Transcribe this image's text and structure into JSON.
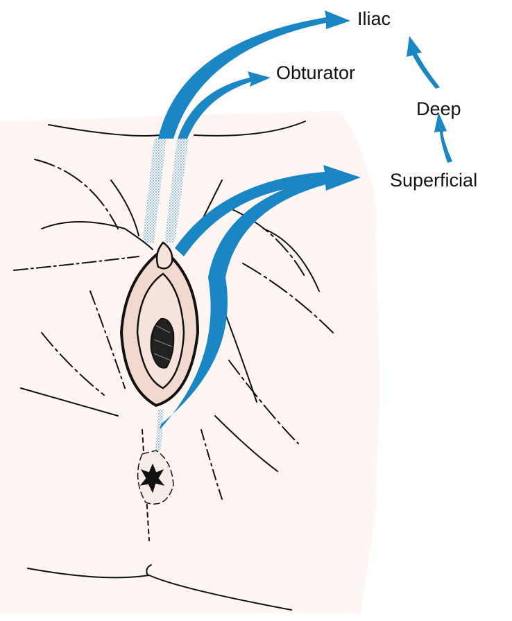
{
  "labels": {
    "iliac": "Iliac",
    "obturator": "Obturator",
    "deep": "Deep",
    "superficial": "Superficial"
  },
  "colors": {
    "arrow": "#1a87c4",
    "skin": "#fdf6f3",
    "labia": "#f1d9d0",
    "ink": "#111111"
  }
}
